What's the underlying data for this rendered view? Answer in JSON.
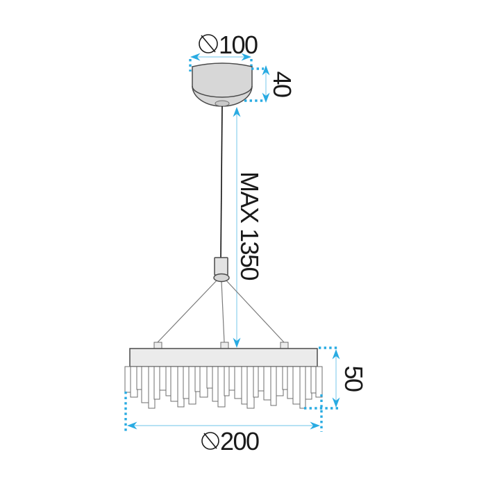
{
  "figure": {
    "type": "technical-dimension-diagram",
    "subject": "crystal pendant ceiling lamp",
    "dimensions": {
      "canopy_diameter": {
        "value": "100",
        "symbol": "diameter"
      },
      "canopy_height": {
        "value": "40"
      },
      "max_hanging_length": {
        "value": "MAX 1350"
      },
      "shade_height": {
        "value": "50"
      },
      "shade_diameter": {
        "value": "200",
        "symbol": "diameter"
      }
    },
    "colors": {
      "dimension_accent": "#29abe2",
      "dimension_line": "#9dd7f1",
      "drawing_outline": "#4a4a4a",
      "canopy_fill": "#d7d7d7",
      "frame_fill": "#ebebeb",
      "crystal_fill": "#ffffff",
      "text": "#1a1a1a",
      "background": "#ffffff"
    },
    "crystals": [
      [
        180,
        8,
        37
      ],
      [
        188,
        10,
        44
      ],
      [
        197,
        7,
        33
      ],
      [
        204,
        11,
        52
      ],
      [
        214,
        9,
        60
      ],
      [
        222,
        8,
        47
      ],
      [
        230,
        10,
        34
      ],
      [
        239,
        7,
        42
      ],
      [
        246,
        11,
        50
      ],
      [
        256,
        9,
        58
      ],
      [
        264,
        8,
        46
      ],
      [
        272,
        10,
        54
      ],
      [
        281,
        7,
        36
      ],
      [
        288,
        11,
        44
      ],
      [
        298,
        9,
        31
      ],
      [
        306,
        8,
        50
      ],
      [
        314,
        10,
        58
      ],
      [
        323,
        7,
        42
      ],
      [
        330,
        9,
        34
      ],
      [
        338,
        11,
        46
      ],
      [
        348,
        8,
        54
      ],
      [
        356,
        10,
        60
      ],
      [
        365,
        7,
        44
      ],
      [
        372,
        9,
        35
      ],
      [
        380,
        11,
        48
      ],
      [
        390,
        8,
        56
      ],
      [
        398,
        10,
        42
      ],
      [
        407,
        7,
        33
      ],
      [
        414,
        9,
        46
      ],
      [
        422,
        11,
        54
      ],
      [
        432,
        8,
        60
      ],
      [
        440,
        9,
        47
      ],
      [
        448,
        8,
        38
      ],
      [
        455,
        9,
        44
      ]
    ]
  }
}
